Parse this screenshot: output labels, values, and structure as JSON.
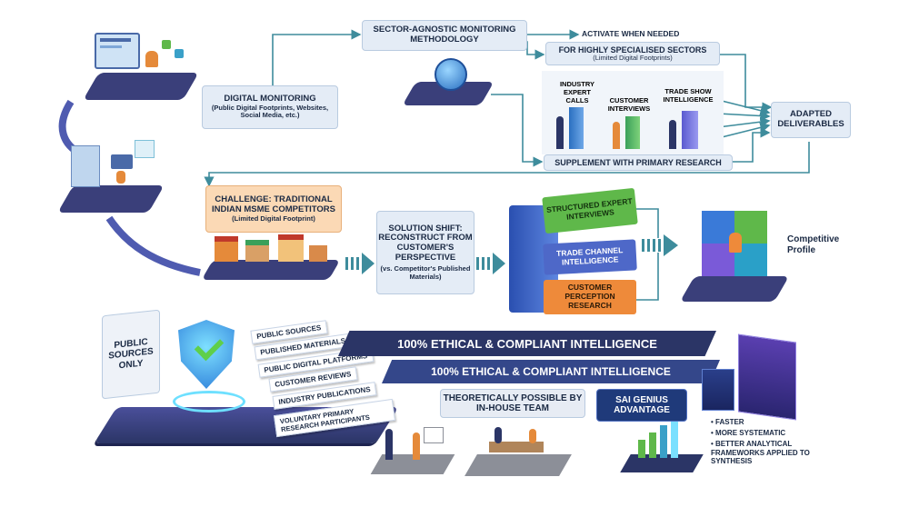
{
  "nodes": {
    "digital_monitoring": {
      "title": "DIGITAL MONITORING",
      "sub": "(Public Digital Footprints, Websites, Social Media, etc.)"
    },
    "methodology": {
      "title": "SECTOR-AGNOSTIC MONITORING METHODOLOGY"
    },
    "activate": {
      "label": "ACTIVATE WHEN NEEDED"
    },
    "specialised": {
      "title": "FOR HIGHLY SPECIALISED SECTORS",
      "sub": "(Limited Digital Footprints)"
    },
    "expert_calls": {
      "label": "INDUSTRY EXPERT CALLS"
    },
    "customer_interviews": {
      "label": "CUSTOMER INTERVIEWS"
    },
    "trade_show": {
      "label": "TRADE SHOW INTELLIGENCE"
    },
    "adapted": {
      "title": "ADAPTED DELIVERABLES"
    },
    "supplement": {
      "label": "SUPPLEMENT WITH PRIMARY RESEARCH"
    },
    "challenge": {
      "title": "CHALLENGE: TRADITIONAL INDIAN MSME COMPETITORS",
      "sub": "(Limited Digital Footprint)"
    },
    "solution": {
      "title": "SOLUTION SHIFT: RECONSTRUCT FROM CUSTOMER'S PERSPECTIVE",
      "sub": "(vs. Competitor's Published Materials)"
    },
    "structured": {
      "label": "STRUCTURED EXPERT INTERVIEWS"
    },
    "trade_channel": {
      "label": "TRADE CHANNEL INTELLIGENCE"
    },
    "perception": {
      "label": "CUSTOMER PERCEPTION RESEARCH"
    },
    "profile": {
      "label": "Competitive Profile"
    },
    "public_only": {
      "label": "PUBLIC SOURCES ONLY"
    },
    "sources": [
      "PUBLIC SOURCES",
      "PUBLISHED MATERIALS",
      "PUBLIC DIGITAL PLATFORMS",
      "CUSTOMER REVIEWS",
      "INDUSTRY PUBLICATIONS",
      "VOLUNTARY PRIMARY RESEARCH PARTICIPANTS"
    ],
    "ethical_1": "100% ETHICAL & COMPLIANT INTELLIGENCE",
    "ethical_2": "100% ETHICAL & COMPLIANT INTELLIGENCE",
    "inhouse": {
      "label": "THEORETICALLY POSSIBLE BY IN-HOUSE TEAM"
    },
    "genius": {
      "label": "SAI GENIUS ADVANTAGE"
    },
    "advantages": [
      "• FASTER",
      "• MORE SYSTEMATIC",
      "• BETTER ANALYTICAL FRAMEWORKS APPLIED TO SYNTHESIS"
    ]
  },
  "colors": {
    "line": "#3e8c9c",
    "platform": "#3a3f7a",
    "banner_dark": "#2b3566",
    "banner_light": "#34478a",
    "green_card": "#5fb84a",
    "blue_card": "#4e68c8",
    "orange_card": "#ee8a3a",
    "challenge_bg": "#fbd9b5"
  }
}
